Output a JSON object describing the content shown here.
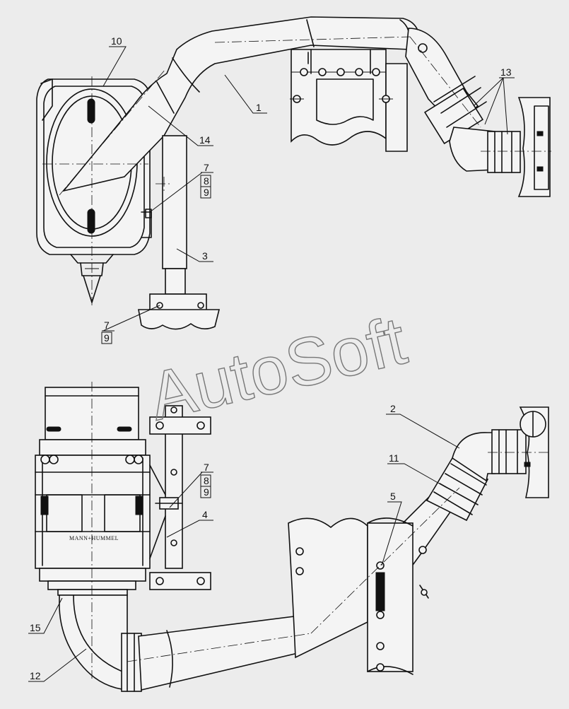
{
  "watermark": "AutoSoft",
  "brand_label": "MANN+HUMMEL",
  "callouts": {
    "c1": "1",
    "c2": "2",
    "c3": "3",
    "c4": "4",
    "c5": "5",
    "c7_top_a": "7",
    "c8_top": "8",
    "c9_top_a": "9",
    "c7_top_b": "7",
    "c9_top_b": "9",
    "c7_bottom": "7",
    "c8_bottom": "8",
    "c9_bottom": "9",
    "c10": "10",
    "c11": "11",
    "c12": "12",
    "c13": "13",
    "c14": "14",
    "c15": "15"
  },
  "colors": {
    "background": "#ececec",
    "ink": "#111111",
    "watermark": "#777777"
  }
}
